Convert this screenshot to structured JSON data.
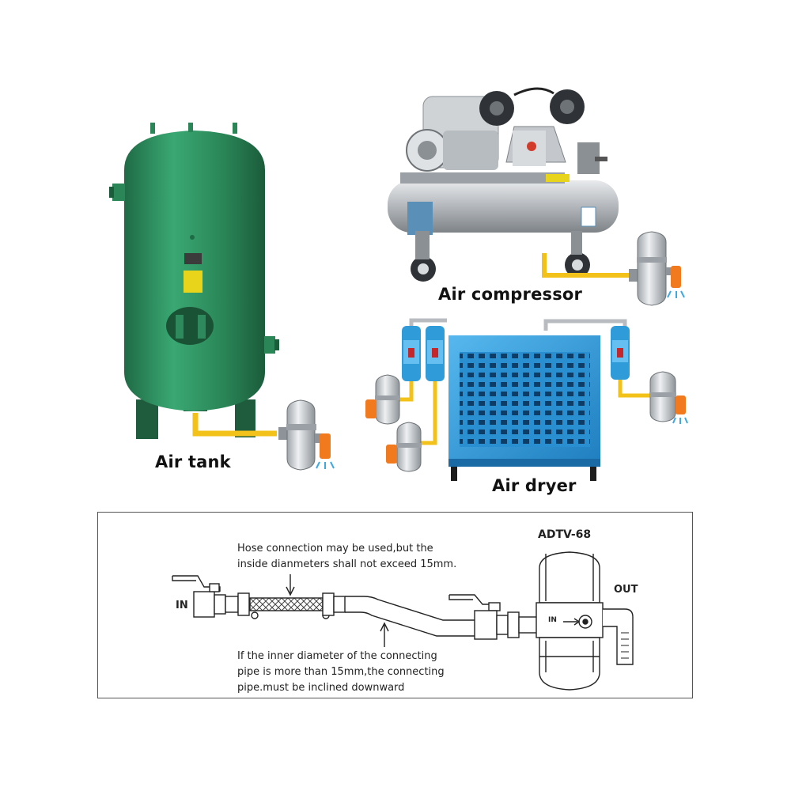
{
  "labels": {
    "air_tank": "Air tank",
    "air_compressor": "Air compressor",
    "air_dryer": "Air dryer"
  },
  "diagram": {
    "model": "ADTV-68",
    "in_label": "IN",
    "out_label": "OUT",
    "hose_note_line1": "Hose connection may be used,but the",
    "hose_note_line2": "inside dianmeters shall not exceed 15mm.",
    "pipe_note_line1": "If the inner diameter of the connecting",
    "pipe_note_line2": "pipe is more than 15mm,the connecting",
    "pipe_note_line3": "pipe.must be inclined downward",
    "body_mark": "IN"
  },
  "colors": {
    "tank_green": "#2e8a5c",
    "dryer_blue": "#2f9bd8",
    "pipe_yellow": "#f2c21a",
    "nozzle_orange": "#f27a1e",
    "drain_grey": "#c9ced2"
  }
}
